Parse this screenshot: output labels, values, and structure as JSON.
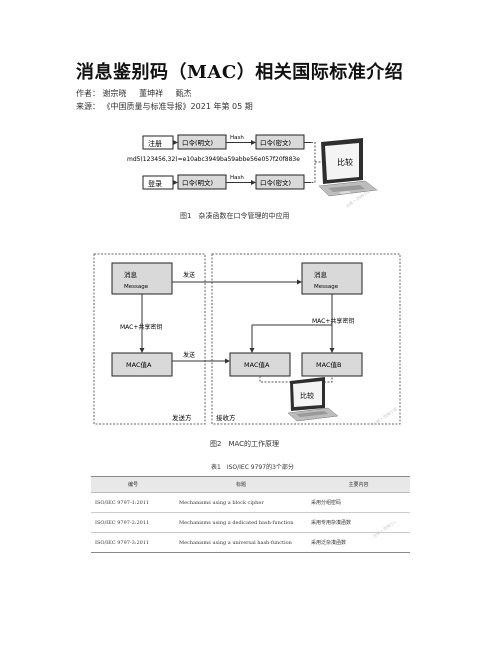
{
  "title": "消息鉴别码（MAC）相关国际标准介绍",
  "meta": {
    "authors_label": "作者：",
    "authors": [
      "谢宗晓",
      "董坤祥",
      "甄杰"
    ],
    "source_label": "来源：",
    "source": "《中国质量与标准导报》2021 年第 05 期"
  },
  "fig1": {
    "register": "注册",
    "login": "登录",
    "plain1": "口令(明文)",
    "cipher1": "口令(密文)",
    "plain2": "口令(明文)",
    "cipher2": "口令(密文)",
    "hash1": "Hash",
    "hash2": "Hash",
    "md5": "md5(123456,32)=e10abc3949ba59abbe56e057f20f883e",
    "compare": "比较",
    "caption": "图1　杂凑函数在口令管理的中应用",
    "watermark": "光明 • 同网小说"
  },
  "fig2": {
    "msg_left_zh": "消息",
    "msg_left_en": "Message",
    "msg_right_zh": "消息",
    "msg_right_en": "Message",
    "send1": "发送",
    "send2": "发送",
    "key_left": "MAC+共享密钥",
    "key_right": "MAC+共享密钥",
    "mac_left": "MAC值A",
    "mac_a": "MAC值A",
    "mac_b": "MAC值B",
    "compare": "比较",
    "sender": "发送方",
    "receiver": "接收方",
    "caption": "图2　MAC的工作原理",
    "watermark": "光明 • 同网小说"
  },
  "table": {
    "caption": "表1　ISO/IEC 9797的3个部分",
    "headers": [
      "编号",
      "标题",
      "主要内容"
    ],
    "rows": [
      [
        "ISO/IEC 9797-1:2011",
        "Mechanisms using a block cipher",
        "采用分组密码"
      ],
      [
        "ISO/IEC 9797-2:2011",
        "Mechanisms using a dedicated hash-function",
        "采用专用杂凑函数"
      ],
      [
        "ISO/IEC 9797-3:2011",
        "Mechanisms using a universal hash-function",
        "采用泛杂凑函数"
      ]
    ],
    "watermark": "光明 • 同网小说"
  }
}
